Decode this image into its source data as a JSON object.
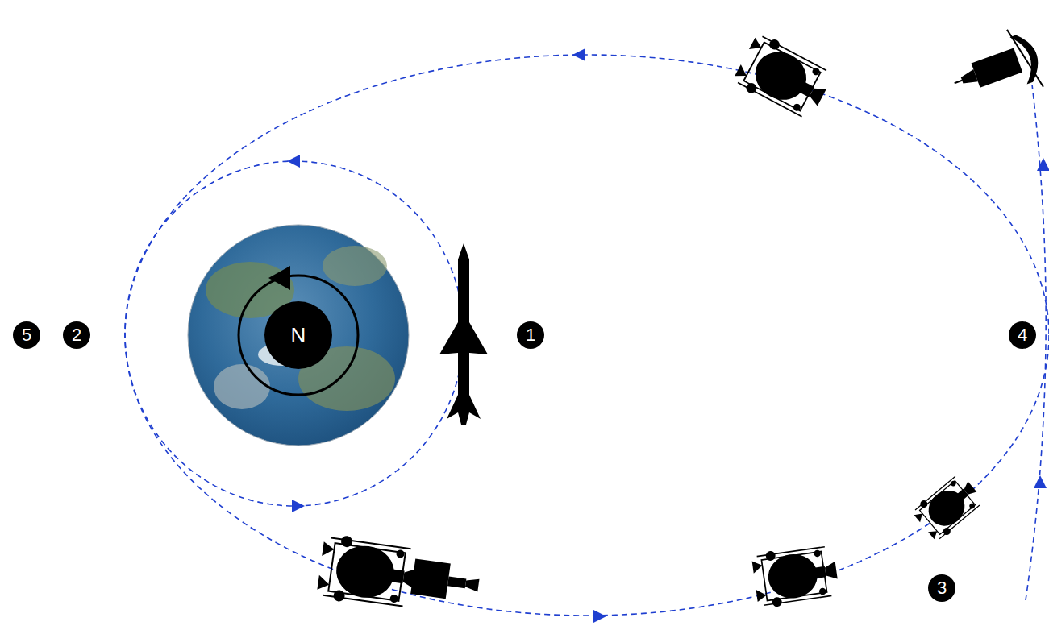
{
  "diagram": {
    "labels": [
      "5",
      "2",
      "N",
      "1",
      "4",
      "3"
    ]
  }
}
